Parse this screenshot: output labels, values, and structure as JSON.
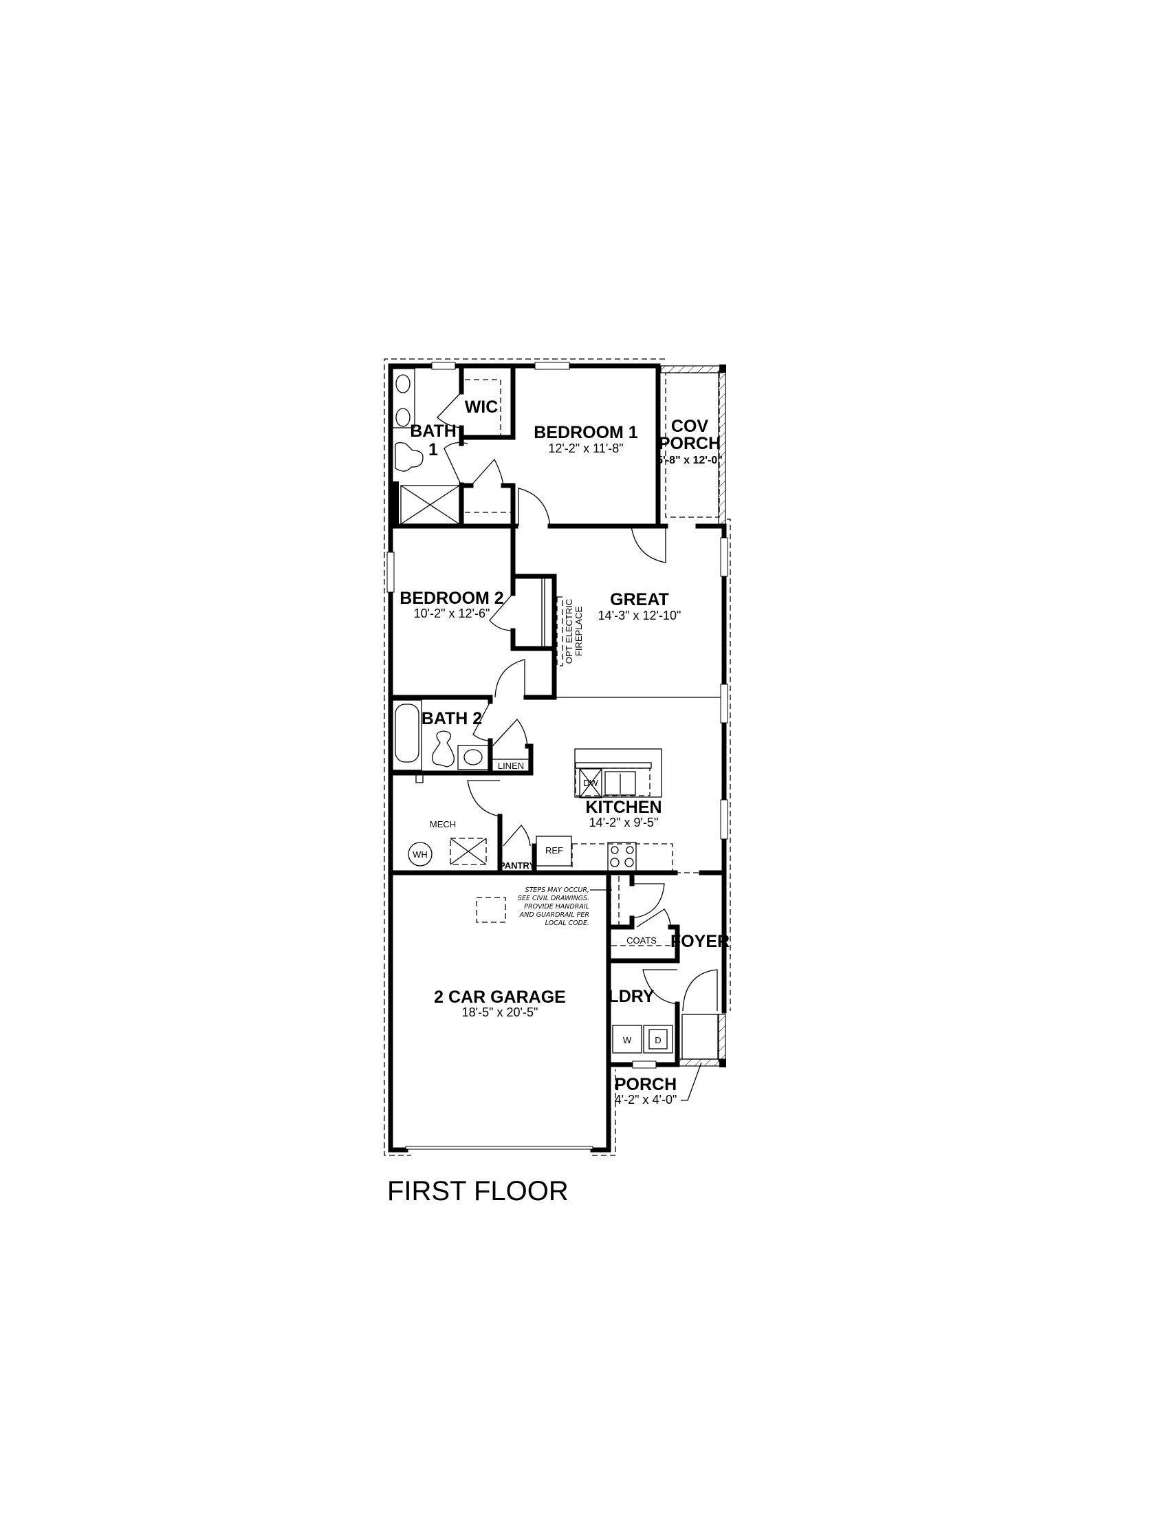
{
  "title": "FIRST FLOOR",
  "rooms": {
    "wic": {
      "label": "WIC"
    },
    "bath1": {
      "label": "BATH",
      "label2": "1"
    },
    "bedroom1": {
      "label": "BEDROOM 1",
      "dims": "12'-2\" x 11'-8\""
    },
    "cov_porch": {
      "label": "COV",
      "label2": "PORCH",
      "dims": "5'-8\" x 12'-0\""
    },
    "bedroom2": {
      "label": "BEDROOM 2",
      "dims": "10'-2\" x 12'-6\""
    },
    "great": {
      "label": "GREAT",
      "dims": "14'-3\" x 12'-10\""
    },
    "fireplace": {
      "label": "OPT ELECTRIC",
      "label2": "FIREPLACE"
    },
    "bath2": {
      "label": "BATH 2"
    },
    "linen": {
      "label": "LINEN"
    },
    "kitchen": {
      "label": "KITCHEN",
      "dims": "14'-2\" x 9'-5\""
    },
    "mech": {
      "label": "MECH"
    },
    "pantry": {
      "label": "PANTRY"
    },
    "garage": {
      "label": "2 CAR GARAGE",
      "dims": "18'-5\" x 20'-5\""
    },
    "coats": {
      "label": "COATS"
    },
    "foyer": {
      "label": "FOYER"
    },
    "ldry": {
      "label": "LDRY"
    },
    "porch": {
      "label": "PORCH",
      "dims": "4'-2\" x 4'-0\""
    }
  },
  "fixtures": {
    "wh": "WH",
    "ref": "REF",
    "dw": "DW",
    "washer": "W",
    "dryer": "D"
  },
  "note": [
    "STEPS MAY OCCUR,",
    "SEE CIVIL DRAWINGS.",
    "PROVIDE HANDRAIL",
    "AND GUARDRAIL PER",
    "LOCAL CODE."
  ]
}
